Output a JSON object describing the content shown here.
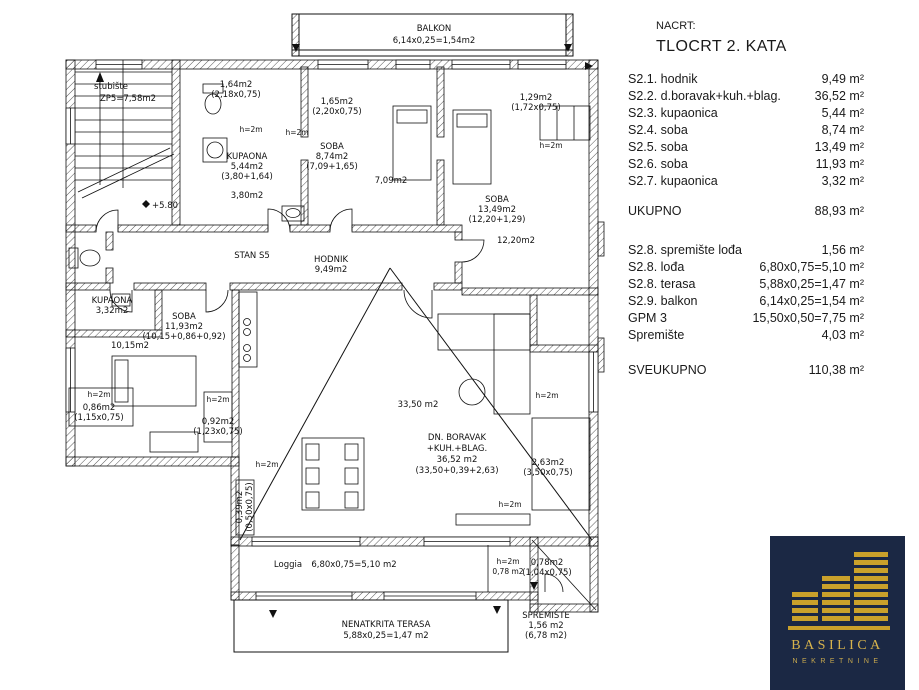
{
  "plan": {
    "labels": [
      "stubište",
      "ZP5=7,58m2",
      "1,64m2",
      "(2,18x0,75)",
      "BALKON",
      "6,14x0,25=1,54m2",
      "1,65m2",
      "(2,20x0,75)",
      "1,29m2",
      "(1,72x0,75)",
      "h=2m",
      "h=2m",
      "KUPAONA",
      "5,44m2",
      "(3,80+1,64)",
      "SOBA",
      "8,74m2",
      "(7,09+1,65)",
      "7,09m2",
      "3,80m2",
      "h=2m",
      "SOBA",
      "13,49m2",
      "(12,20+1,29)",
      "12,20m2",
      "+5.80",
      "STAN S5",
      "HODNIK",
      "9,49m2",
      "KUPAONA",
      "3,32m2",
      "SOBA",
      "11,93m2",
      "(10,15+0,86+0,92)",
      "10,15m2",
      "h=2m",
      "0,86m2",
      "(1,15x0,75)",
      "h=2m",
      "0,92m2",
      "(1,23x0,75)",
      "33,50 m2",
      "h=2m",
      "DN. BORAVAK",
      "+KUH.+BLAG.",
      "36,52 m2",
      "(33,50+0,39+2,63)",
      "2,63m2",
      "(3,50x0,75)",
      "h=2m",
      "0,39m2",
      "(0,50x0,75)",
      "h=2m",
      "Loggia",
      "6,80x0,75=5,10 m2",
      "h=2m",
      "0,78 m2",
      "0,78m2",
      "(1,04x0,75)",
      "NENATKRITA TERASA",
      "5,88x0,25=1,47 m2",
      "SPREMIŠTE",
      "1,56 m2",
      "(6,78 m2)"
    ]
  },
  "legend": {
    "nacrt": "NACRT:",
    "title": "TLOCRT 2. KATA",
    "rows_a": [
      {
        "name": "S2.1. hodnik",
        "value": "9,49 m²"
      },
      {
        "name": "S2.2. d.boravak+kuh.+blag.",
        "value": "36,52 m²"
      },
      {
        "name": "S2.3. kupaonica",
        "value": "5,44 m²"
      },
      {
        "name": "S2.4. soba",
        "value": "8,74 m²"
      },
      {
        "name": "S2.5. soba",
        "value": "13,49 m²"
      },
      {
        "name": "S2.6. soba",
        "value": "11,93 m²"
      },
      {
        "name": "S2.7. kupaonica",
        "value": "3,32 m²"
      }
    ],
    "ukupno": {
      "name": "UKUPNO",
      "value": "88,93 m²"
    },
    "rows_b": [
      {
        "name": "S2.8. spremište lođa",
        "value": "1,56 m²"
      },
      {
        "name": "S2.8. lođa",
        "value": "6,80x0,75=5,10 m²"
      },
      {
        "name": "S2.8. terasa",
        "value": "5,88x0,25=1,47 m²"
      },
      {
        "name": "S2.9. balkon",
        "value": "6,14x0,25=1,54 m²"
      },
      {
        "name": "GPM 3",
        "value": "15,50x0,50=7,75 m²"
      },
      {
        "name": "Spremište",
        "value": "4,03 m²"
      }
    ],
    "sveukupno": {
      "name": "SVEUKUPNO",
      "value": "110,38 m²"
    }
  },
  "logo": {
    "brand": "BASILICA",
    "subtitle": "NEKRETNINE",
    "navy": "#1b2844",
    "gold": "#caa12b"
  }
}
